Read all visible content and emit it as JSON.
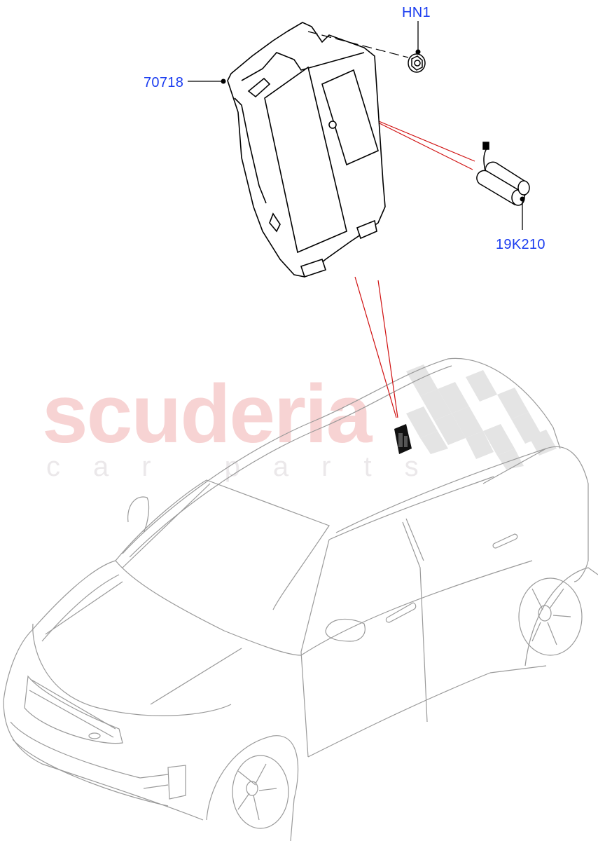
{
  "diagram": {
    "type": "exploded-parts-diagram",
    "callouts": [
      {
        "id": "70718",
        "label": "70718",
        "part": "control-module"
      },
      {
        "id": "HN1",
        "label": "HN1",
        "part": "flange-nut"
      },
      {
        "id": "19K210",
        "label": "19K210",
        "part": "backup-battery"
      }
    ],
    "watermark": {
      "main": "scuderia",
      "sub": "car parts"
    },
    "colors": {
      "label": "#1a3cf0",
      "leader_red": "#d01010",
      "part_outline": "#000000",
      "vehicle_outline": "#9a9a9a",
      "watermark_main": "#f7d3d3",
      "watermark_sub": "#ebe8ea",
      "checker": "#e4e4e4"
    }
  }
}
